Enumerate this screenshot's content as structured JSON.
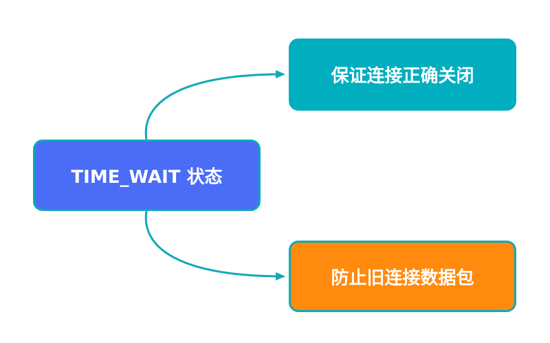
{
  "diagram": {
    "center": {
      "label": "TIME_WAIT 状态",
      "fill": "#4a6cf7"
    },
    "branches": [
      {
        "label": "保证连接正确关闭",
        "fill": "#00aebf"
      },
      {
        "label": "防止旧连接数据包",
        "fill": "#ff8a0e"
      }
    ],
    "connector_color": "#0fa9b8"
  }
}
